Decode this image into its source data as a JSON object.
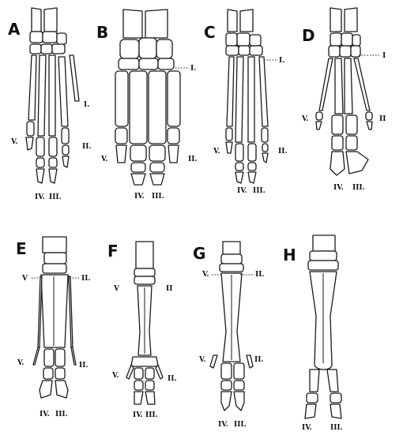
{
  "panels": [
    {
      "id": "A",
      "letter": "A",
      "labels": [
        "I.",
        "V.",
        "II.",
        "IV.",
        "III."
      ]
    },
    {
      "id": "B",
      "letter": "B",
      "labels": [
        "I.",
        "V.",
        "II.",
        "IV.",
        "III."
      ]
    },
    {
      "id": "C",
      "letter": "C",
      "labels": [
        "I.",
        "V.",
        "II.",
        "IV.",
        "III."
      ]
    },
    {
      "id": "D",
      "letter": "D",
      "labels": [
        "I",
        "V.",
        "II",
        "IV.",
        "III."
      ]
    },
    {
      "id": "E",
      "letter": "E",
      "labels": [
        "V",
        "II.",
        "V.",
        "II.",
        "IV.",
        "III."
      ]
    },
    {
      "id": "F",
      "letter": "F",
      "labels": [
        "V",
        "II",
        "V.",
        "II.",
        "IV.",
        "III."
      ]
    },
    {
      "id": "G",
      "letter": "G",
      "labels": [
        "V.",
        "II.",
        "V.",
        "II.",
        "IV.",
        "III."
      ]
    },
    {
      "id": "H",
      "letter": "H",
      "labels": [
        "IV.",
        "III."
      ]
    }
  ],
  "colors": {
    "ink": "#1a1a1a",
    "paper": "#ffffff"
  }
}
